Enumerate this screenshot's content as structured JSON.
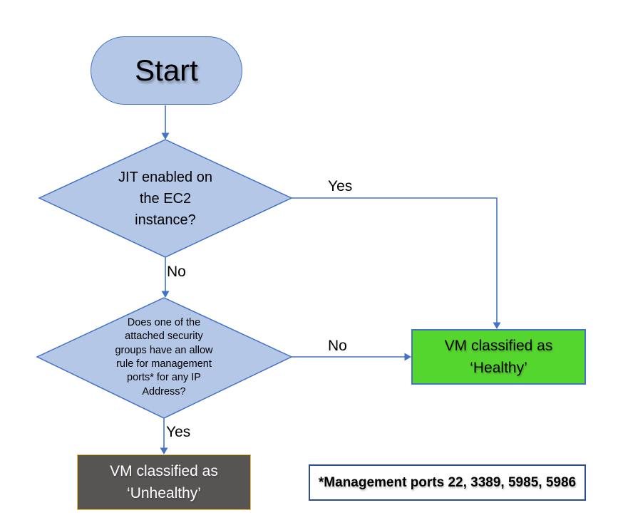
{
  "diagram": {
    "nodes": {
      "start": {
        "label": "Start"
      },
      "decision_jit": {
        "label": "JIT enabled on\nthe EC2\ninstance?"
      },
      "decision_sg": {
        "label": "Does one of the\nattached security\ngroups have an allow\nrule for management\nports* for any IP\nAddress?"
      },
      "healthy": {
        "label": "VM classified as\n‘Healthy’"
      },
      "unhealthy": {
        "label": "VM classified as\n‘Unhealthy’"
      },
      "footnote": {
        "label": "*Management ports 22, 3389, 5985, 5986"
      }
    },
    "edges": {
      "jit_yes": "Yes",
      "jit_no": "No",
      "sg_no": "No",
      "sg_yes": "Yes"
    },
    "colors": {
      "node_fill": "#b4c7e7",
      "node_stroke": "#4472c4",
      "connector": "#4472c4",
      "healthy_fill": "#55d62e",
      "unhealthy_fill": "#575454",
      "unhealthy_border": "#eeb93d",
      "unhealthy_text": "#ffffff",
      "footnote_border": "#2c4d8f"
    }
  }
}
